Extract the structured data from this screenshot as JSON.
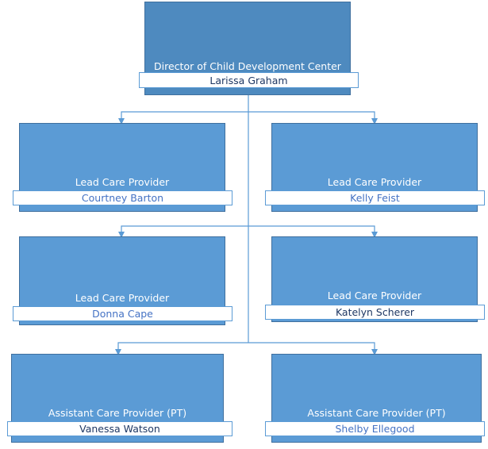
{
  "colors": {
    "top_fill": "#4e8abf",
    "box_fill": "#5b9bd5",
    "line": "#5b9bd5"
  },
  "director": {
    "title": "Director of Child Development Center",
    "name": "Larissa Graham"
  },
  "staff": [
    {
      "title": "Lead Care Provider",
      "name": "Courtney Barton"
    },
    {
      "title": "Lead Care Provider",
      "name": "Kelly Feist"
    },
    {
      "title": "Lead Care Provider",
      "name": "Donna Cape"
    },
    {
      "title": "Lead Care Provider",
      "name": "Katelyn Scherer"
    },
    {
      "title": "Assistant Care Provider (PT)",
      "name": "Vanessa Watson"
    },
    {
      "title": "Assistant Care Provider (PT)",
      "name": "Shelby Ellegood"
    }
  ]
}
